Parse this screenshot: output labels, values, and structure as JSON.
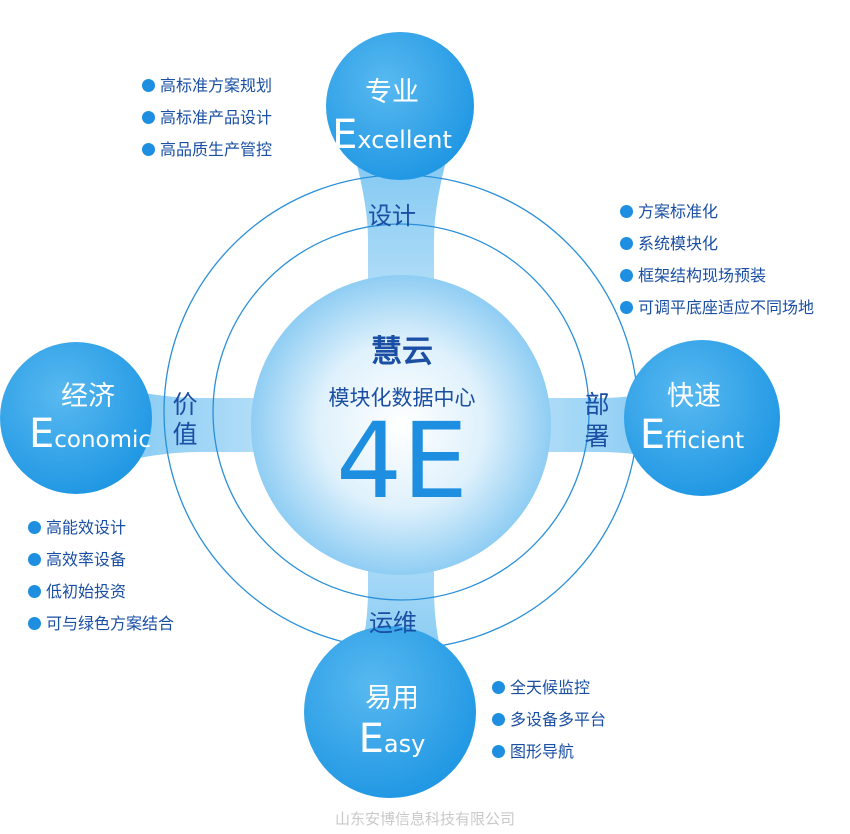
{
  "center": {
    "title": "慧云",
    "subtitle": "模块化数据中心",
    "big_label": "4E"
  },
  "nodes": {
    "top": {
      "cn": "专业",
      "initial": "E",
      "rest": "xcellent"
    },
    "left": {
      "cn": "经济",
      "initial": "E",
      "rest": "conomic"
    },
    "right": {
      "cn": "快速",
      "initial": "E",
      "rest": "fficient"
    },
    "bottom": {
      "cn": "易用",
      "initial": "E",
      "rest": "asy"
    }
  },
  "ring_labels": {
    "top": "设计",
    "left_1": "价",
    "left_2": "值",
    "right_1": "部",
    "right_2": "署",
    "bottom": "运维"
  },
  "lists": {
    "top_left": [
      "高标准方案规划",
      "高标准产品设计",
      "高品质生产管控"
    ],
    "right": [
      "方案标准化",
      "系统模块化",
      "框架结构现场预装",
      "可调平底座适应不同场地"
    ],
    "left": [
      "高能效设计",
      "高效率设备",
      "低初始投资",
      "可与绿色方案结合"
    ],
    "bottom_right": [
      "全天候监控",
      "多设备多平台",
      "图形导航"
    ]
  },
  "footer": "山东安博信息科技有限公司",
  "colors": {
    "accent": "#1e8fe0",
    "text_blue": "#1a4fa3",
    "ring_stroke": "#2a8fd8",
    "footer": "#c9c9c9"
  }
}
